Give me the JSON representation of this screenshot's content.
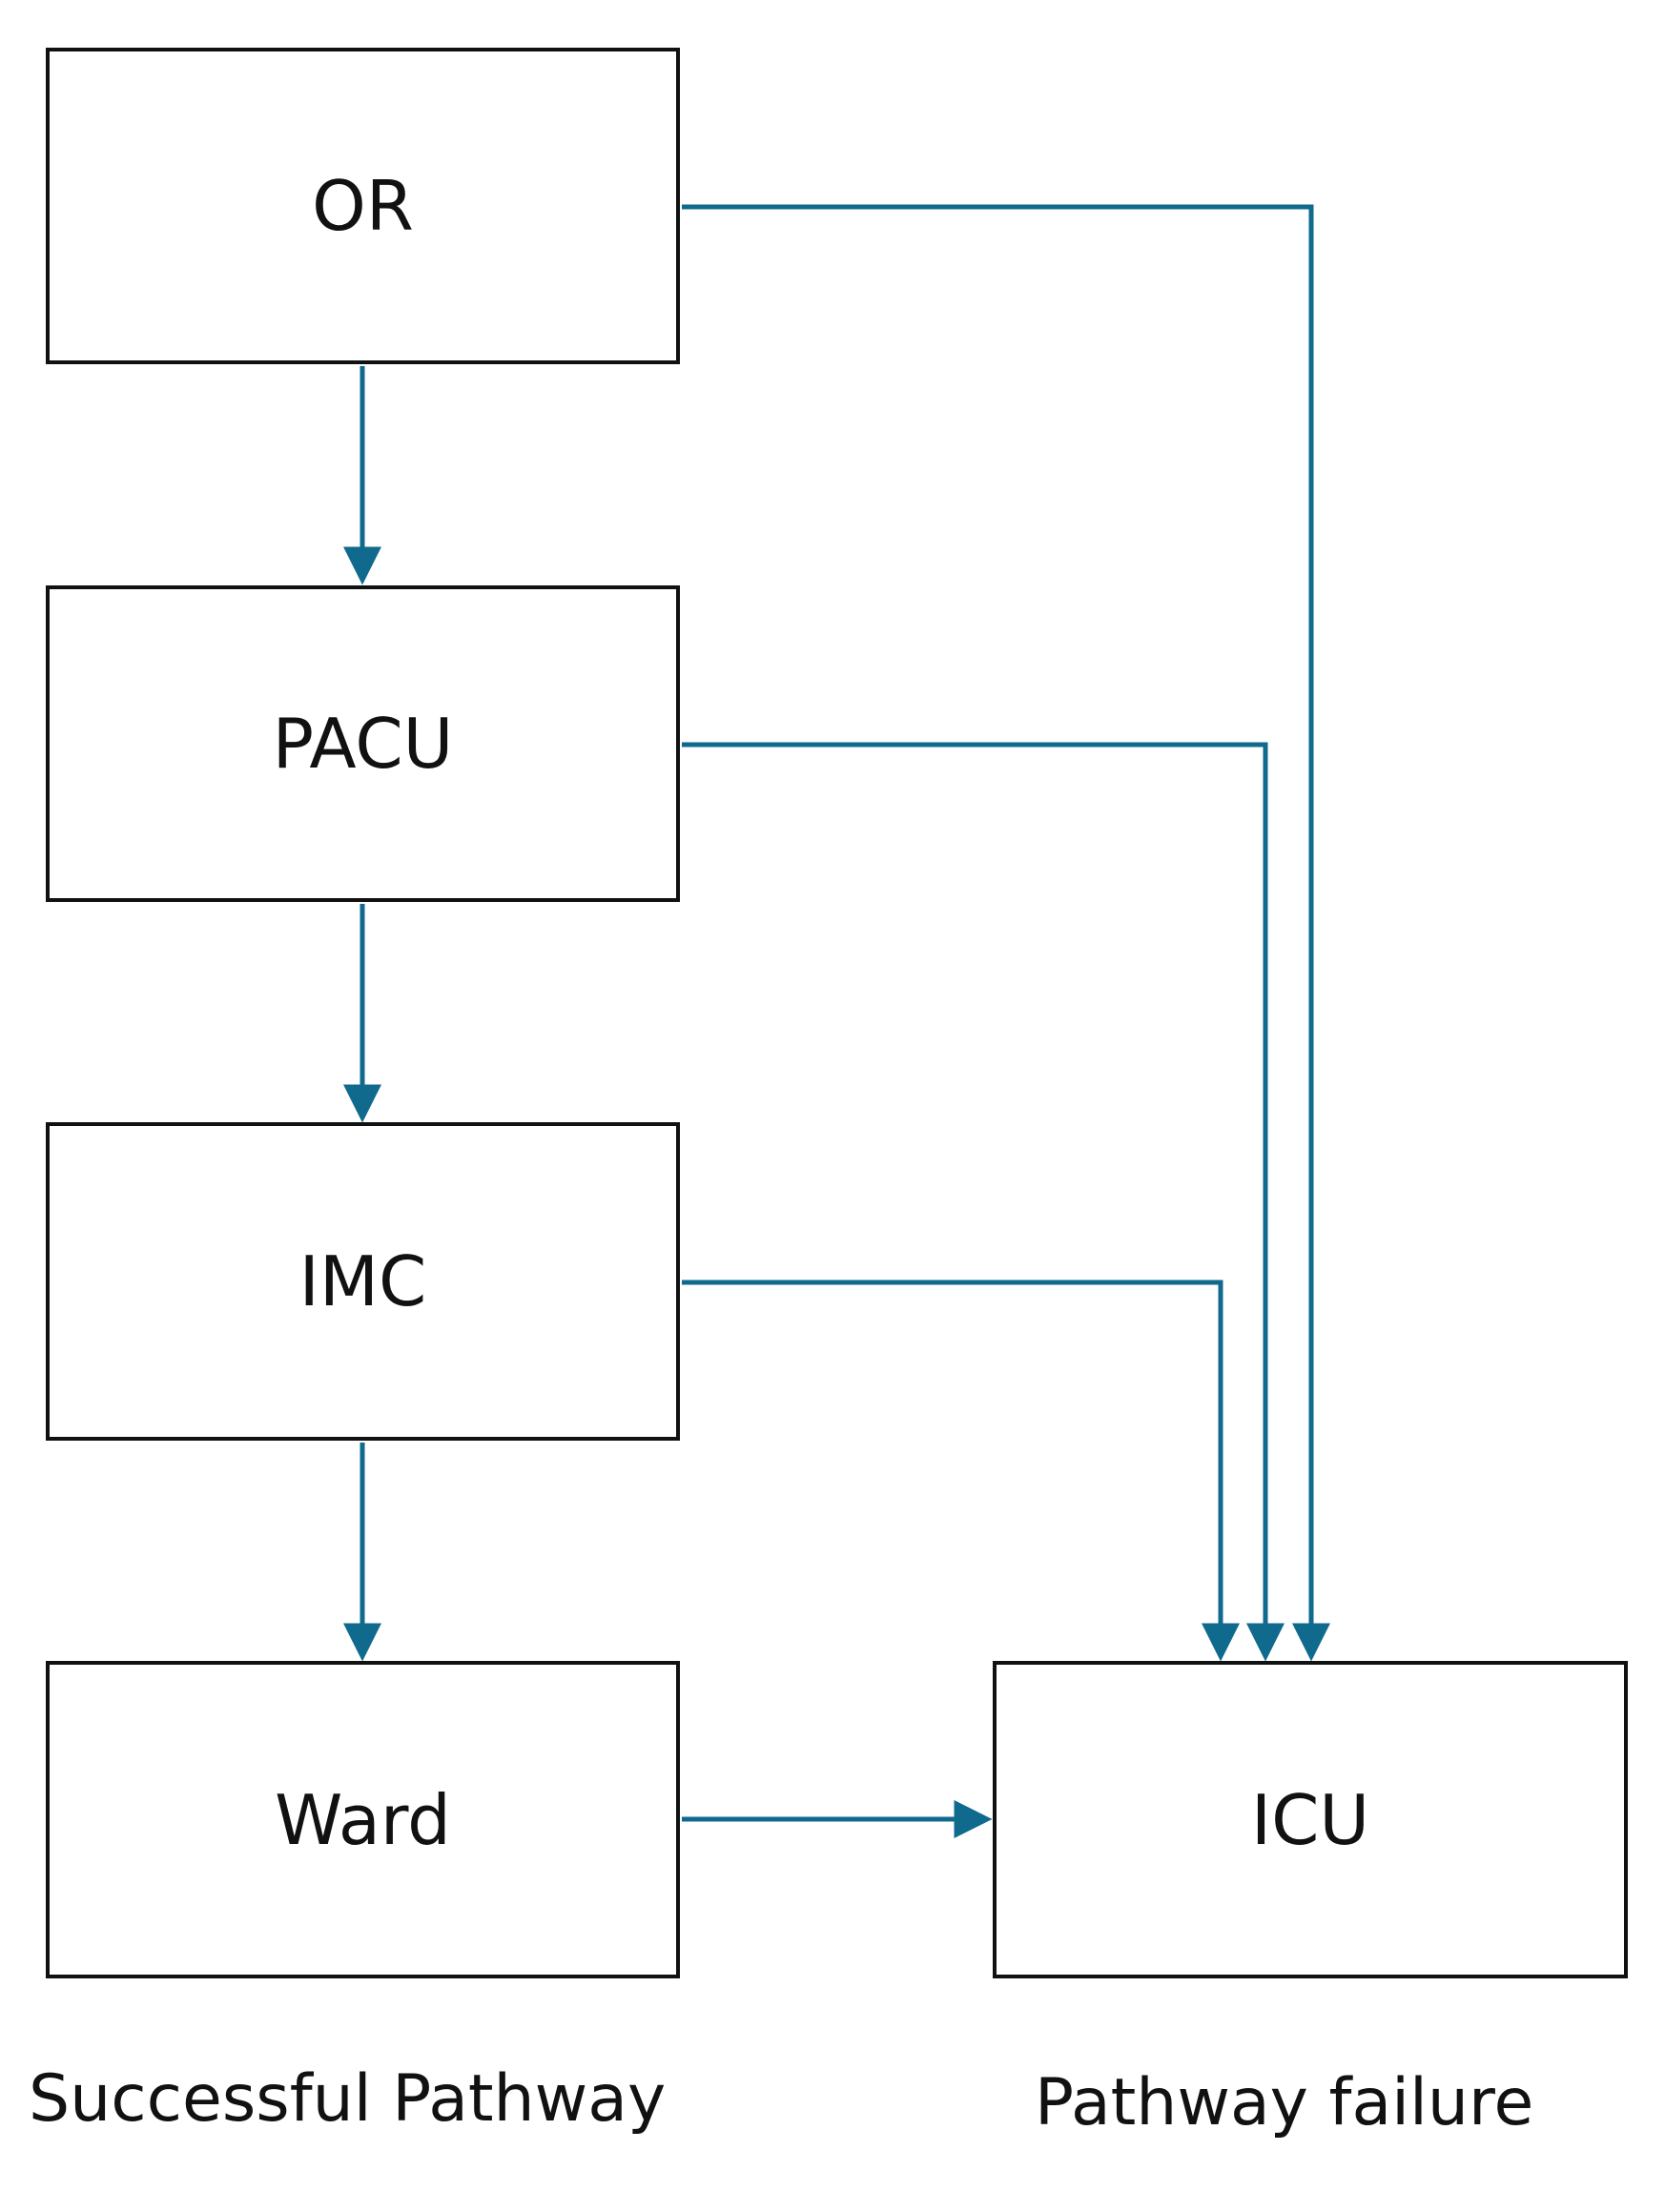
{
  "nodes": {
    "or": "OR",
    "pacu": "PACU",
    "imc": "IMC",
    "ward": "Ward",
    "icu": "ICU"
  },
  "captions": {
    "successful": "Successful Pathway",
    "failure": "Pathway failure"
  },
  "edges": [
    {
      "from": "OR",
      "to": "PACU"
    },
    {
      "from": "PACU",
      "to": "IMC"
    },
    {
      "from": "IMC",
      "to": "Ward"
    },
    {
      "from": "Ward",
      "to": "ICU"
    },
    {
      "from": "OR",
      "to": "ICU"
    },
    {
      "from": "PACU",
      "to": "ICU"
    },
    {
      "from": "IMC",
      "to": "ICU"
    }
  ],
  "colors": {
    "connector": "#0f6a8e",
    "box_border": "#111111",
    "text": "#111111"
  }
}
